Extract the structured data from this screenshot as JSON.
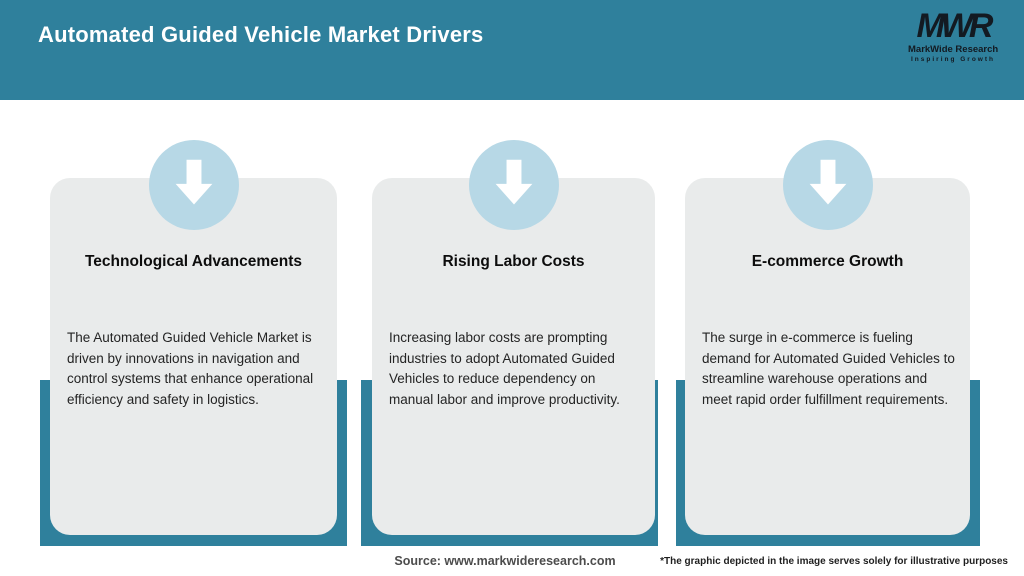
{
  "header": {
    "title": "Automated Guided Vehicle Market Drivers",
    "logo": {
      "acronym": "MWR",
      "name": "MarkWide Research",
      "tagline": "Inspiring Growth"
    }
  },
  "cards": [
    {
      "icon": "down-arrow-icon",
      "title": "Technological Advancements",
      "body": "The Automated Guided Vehicle Market is driven by innovations in navigation and control systems that enhance operational efficiency and safety in logistics."
    },
    {
      "icon": "down-arrow-icon",
      "title": "Rising Labor Costs",
      "body": "Increasing labor costs are prompting industries to adopt Automated Guided Vehicles to reduce dependency on manual labor and improve productivity."
    },
    {
      "icon": "down-arrow-icon",
      "title": "E-commerce Growth",
      "body": "The surge in e-commerce is fueling demand for Automated Guided Vehicles to streamline warehouse operations and meet rapid order fulfillment requirements."
    }
  ],
  "footer": {
    "source": "Source: www.markwideresearch.com",
    "disclaimer": "*The graphic depicted in the image serves solely for illustrative purposes"
  },
  "colors": {
    "teal": "#2f809c",
    "card_background": "#e9ebeb",
    "badge_blue": "#b7d8e6",
    "arrow_white": "#ffffff",
    "title_text": "#ffffff",
    "logo_text": "#131a22"
  }
}
